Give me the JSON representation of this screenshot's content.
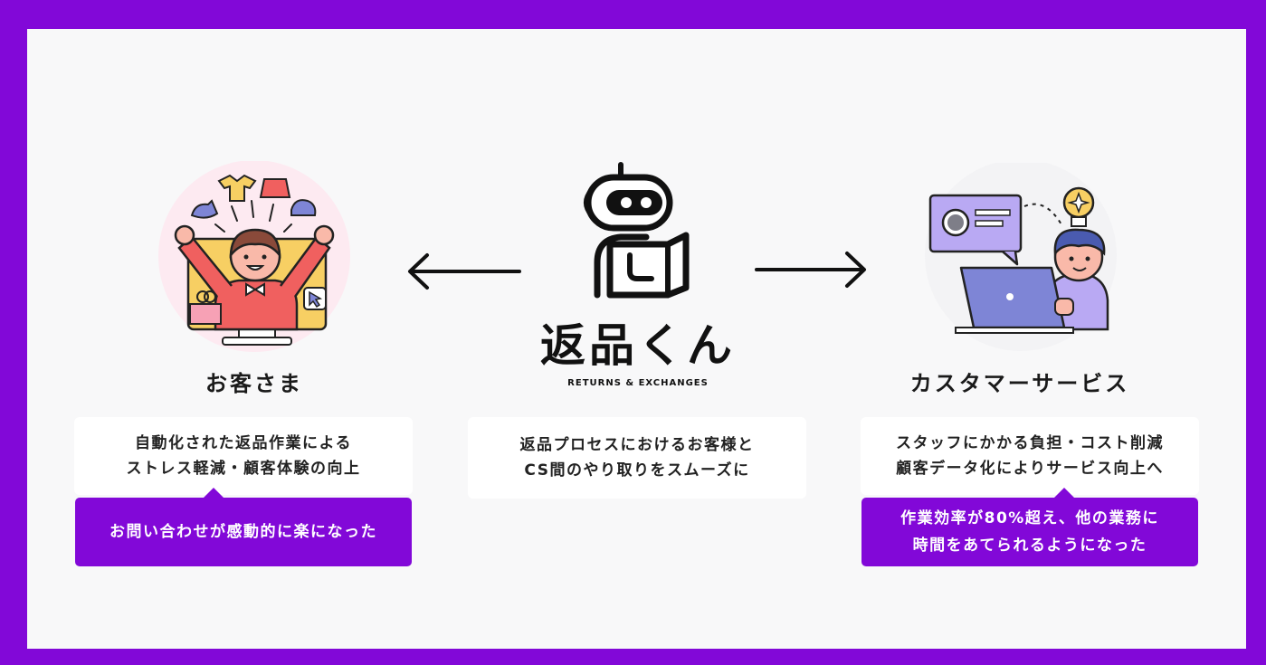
{
  "center": {
    "logo_text": "返品くん",
    "logo_subtitle": "RETURNS & EXCHANGES",
    "card_lines": [
      "返品プロセスにおけるお客様と",
      "CS間のやり取りをスムーズに"
    ]
  },
  "left": {
    "title": "お客さま",
    "card_lines": [
      "自動化された返品作業による",
      "ストレス軽減・顧客体験の向上"
    ],
    "bubble_lines": [
      "お問い合わせが感動的に楽になった"
    ]
  },
  "right": {
    "title": "カスタマーサービス",
    "card_lines": [
      "スタッフにかかる負担・コスト削減",
      "顧客データ化によりサービス向上へ"
    ],
    "bubble_lines": [
      "作業効率が80%超え、他の業務に",
      "時間をあてられるようになった"
    ]
  },
  "colors": {
    "accent": "#8208d8",
    "background": "#f8f8f9",
    "customer_circle": "#fdeaf1",
    "laptop": "#7e85d6",
    "text": "#1a1a1a"
  },
  "icons": [
    "robot-icon",
    "customer-illustration",
    "support-illustration",
    "arrow-left-icon",
    "arrow-right-icon"
  ]
}
